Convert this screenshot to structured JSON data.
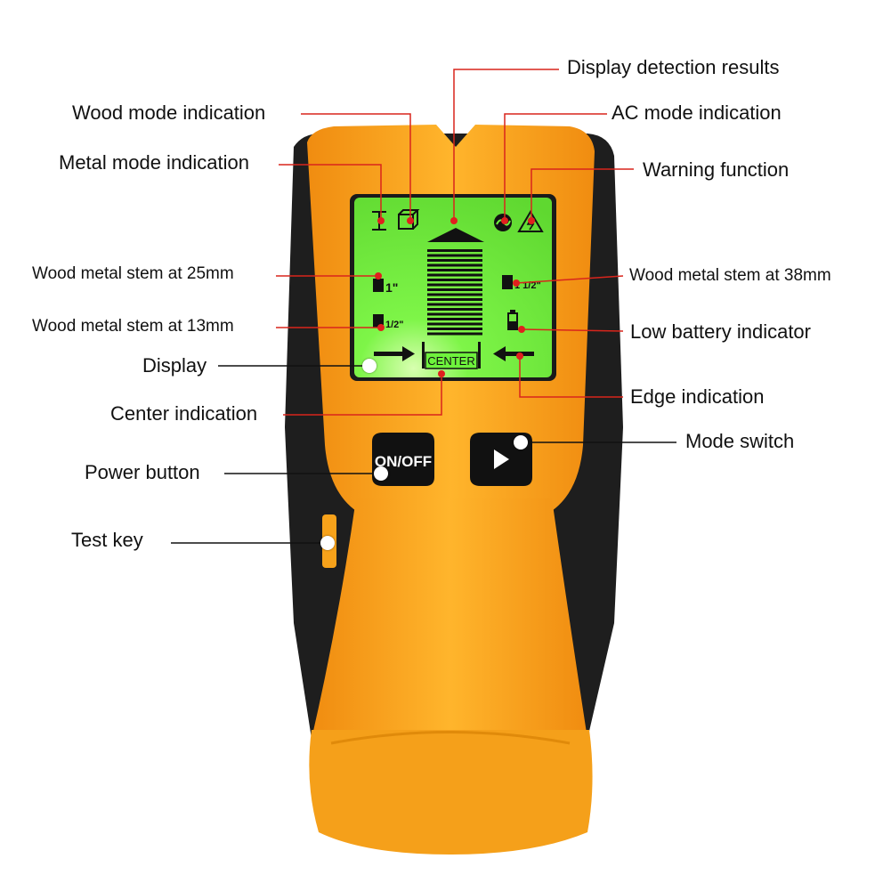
{
  "labels": {
    "display_results": "Display detection results",
    "wood_mode": "Wood mode indication",
    "ac_mode": "AC mode indication",
    "metal_mode": "Metal mode indication",
    "warning": "Warning function",
    "stem_25": "Wood metal stem at 25mm",
    "stem_38": "Wood metal stem at 38mm",
    "stem_13": "Wood metal stem at 13mm",
    "low_battery": "Low battery indicator",
    "display": "Display",
    "edge": "Edge indication",
    "center_ind": "Center indication",
    "mode_switch": "Mode switch",
    "power": "Power button",
    "test_key": "Test key"
  },
  "device": {
    "center_text": "CENTER",
    "onoff_text": "ON/OFF",
    "fraction_1": "1\"",
    "fraction_half": "1/2\"",
    "fraction_one_half": "1 1/2\""
  },
  "colors": {
    "body_orange": "#f7a21a",
    "body_black": "#1f1f1f",
    "lcd_green": "#6ef23c",
    "leader_red": "#d9251c"
  }
}
